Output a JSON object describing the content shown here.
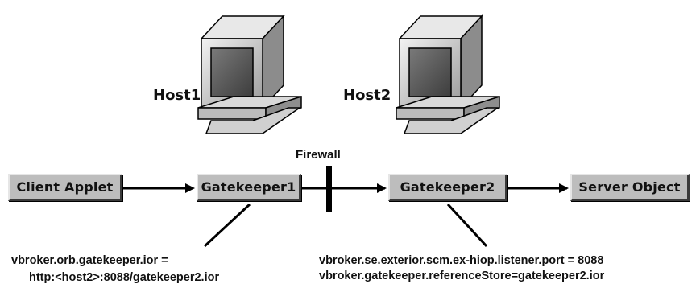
{
  "nodes": {
    "client_applet": "Client Applet",
    "gatekeeper1": "Gatekeeper1",
    "gatekeeper2": "Gatekeeper2",
    "server_object": "Server Object"
  },
  "hosts": {
    "host1": "Host1",
    "host2": "Host2"
  },
  "firewall": {
    "label": "Firewall"
  },
  "annotations": {
    "gatekeeper1_config": [
      "vbroker.orb.gatekeeper.ior =",
      "http:<host2>:8088/gatekeeper2.ior"
    ],
    "gatekeeper2_config": [
      "vbroker.se.exterior.scm.ex-hiop.listener.port = 8088",
      "vbroker.gatekeeper.referenceStore=gatekeeper2.ior"
    ]
  },
  "icons": [
    "computer-icon",
    "arrow-icon",
    "firewall-bar"
  ],
  "colors": {
    "box": "#bdbdbd",
    "line": "#000000",
    "monitor_screen": "#555555"
  }
}
